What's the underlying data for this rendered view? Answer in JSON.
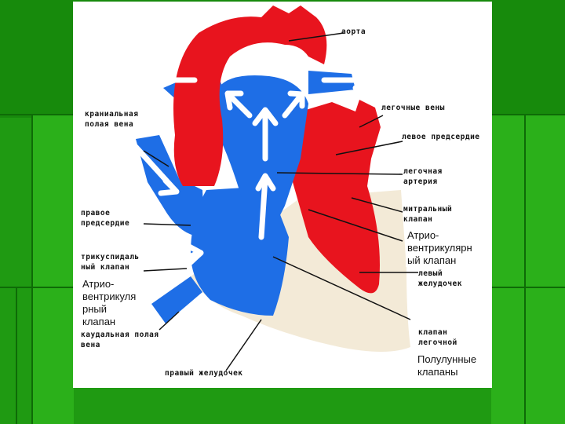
{
  "labels": {
    "aorta": "аорта",
    "pulmonary_veins": "легочные вены",
    "left_atrium": "левое предсердие",
    "pulmonary_artery_1": "легочная",
    "pulmonary_artery_2": "артерия",
    "mitral_valve_1": "митральный",
    "mitral_valve_2": "клапан",
    "av_valve_right_1": "Атрио-",
    "av_valve_right_2": "вентрикулярн",
    "av_valve_right_3": "ый клапан",
    "left_ventricle_1": "левый",
    "left_ventricle_2": "желудочек",
    "pulmonary_valve_1": "клапан",
    "pulmonary_valve_2": "легочной",
    "semilunar_valves_1": "Полулунные",
    "semilunar_valves_2": "клапаны",
    "right_ventricle": "правый желудочек",
    "cranial_vena_cava_1": "краниальная",
    "cranial_vena_cava_2": "полая вена",
    "right_atrium_1": "правое",
    "right_atrium_2": "предсердие",
    "tricuspid_valve_1": "трикуспидаль",
    "tricuspid_valve_2": "ный клапан",
    "av_valve_left_1": "Атрио-",
    "av_valve_left_2": "вентрикуля",
    "av_valve_left_3": "рный",
    "av_valve_left_4": "клапан",
    "caudal_vena_cava_1": "каудальная полая",
    "caudal_vena_cava_2": "вена"
  },
  "colors": {
    "oxygenated": "#e8141e",
    "deoxygenated": "#1e6ee6",
    "myocardium": "#f3ead7",
    "background": "#1f9a12"
  }
}
